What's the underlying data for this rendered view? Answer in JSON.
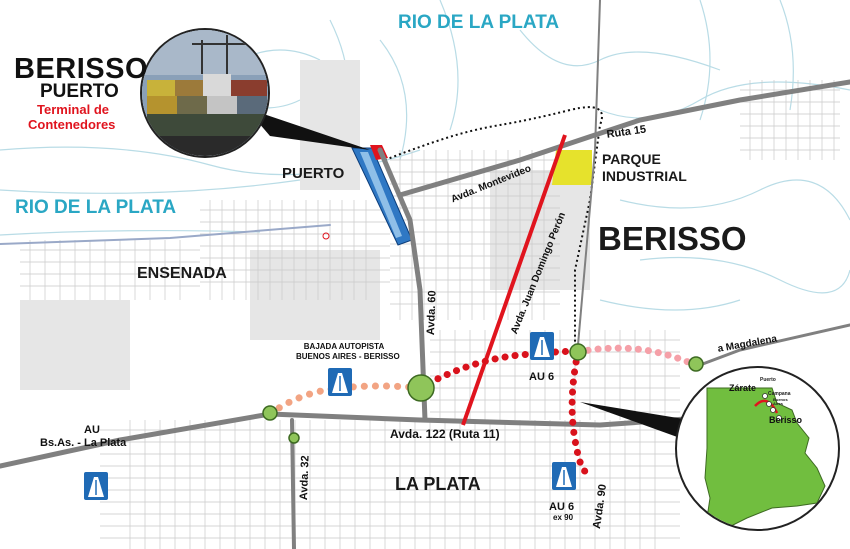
{
  "title": {
    "line1": "BERISSO",
    "line2": "PUERTO",
    "line3": "Terminal de",
    "line4": "Contenedores"
  },
  "water": {
    "river_top": "RIO DE LA PLATA",
    "river_left": "RIO DE LA PLATA"
  },
  "places": {
    "berisso": "BERISSO",
    "ensenada": "ENSENADA",
    "la_plata": "LA PLATA",
    "puerto": "PUERTO",
    "parque_1": "PARQUE",
    "parque_2": "INDUSTRIAL"
  },
  "roads": {
    "ruta15": "Ruta 15",
    "montevideo": "Avda. Montevideo",
    "peron": "Avda. Juan Domingo Perón",
    "avda60": "Avda. 60",
    "avda122": "Avda. 122 (Ruta 11)",
    "avda32": "Avda. 32",
    "avda90": "Avda. 90",
    "magdalena": "a Magdalena",
    "au_left_1": "AU",
    "au_left_2": "Bs.As. - La Plata",
    "bajada_1": "BAJADA AUTOPISTA",
    "bajada_2": "BUENOS AIRES - BERISSO",
    "au6_top": "AU 6",
    "au6_bottom": "AU 6",
    "au6_ex": "ex 90"
  },
  "inset": {
    "zarate": "Zárate",
    "puerto": "Puerto",
    "campana": "Campana",
    "buenos_aires": "Buenos Aires",
    "berisso": "Berisso"
  },
  "colors": {
    "water": "#2aa7c4",
    "highway": "#808080",
    "red_route": "#e0141e",
    "planned_route": "#e7313a",
    "industrial_zone": "#e6e22c",
    "node": "#8fc55a",
    "province": "#71be3f"
  }
}
